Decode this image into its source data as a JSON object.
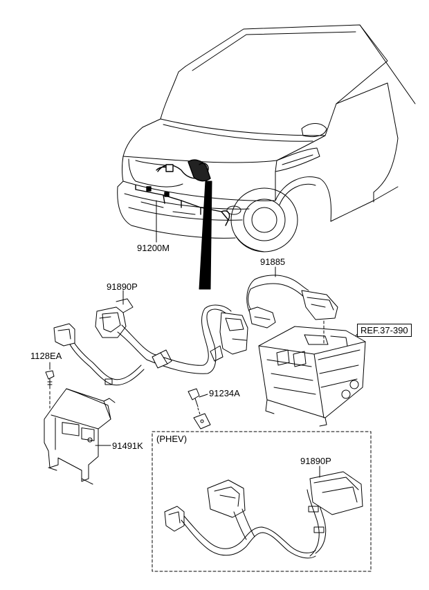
{
  "diagram": {
    "parts": {
      "main_harness": "91200M",
      "charger_cable": "91885",
      "hv_harness": "91890P",
      "bolt": "1128EA",
      "bracket_bolt": "91234A",
      "bracket": "91491K",
      "reference": "REF.37-390",
      "phev_harness": "91890P"
    },
    "phev_caption": "(PHEV)"
  }
}
